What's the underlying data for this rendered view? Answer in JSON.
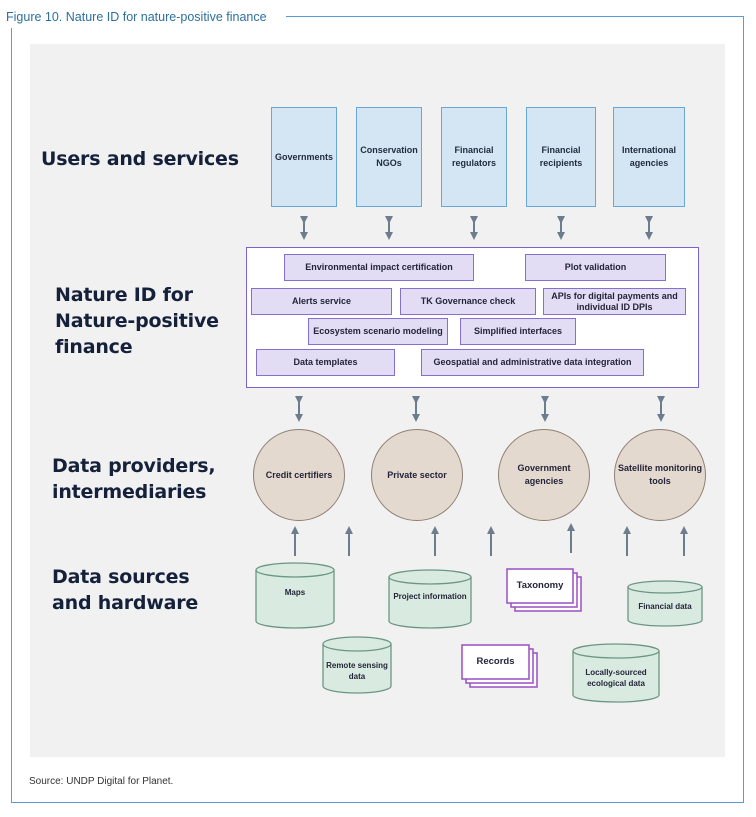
{
  "figure": {
    "title": "Figure 10. Nature ID for nature-positive finance",
    "source": "Source: UNDP Digital for Planet."
  },
  "rows": {
    "users": "Users and services",
    "nature_id_line1": "Nature ID for",
    "nature_id_line2": "Nature-positive",
    "nature_id_line3": "finance",
    "providers_line1": "Data providers,",
    "providers_line2": "intermediaries",
    "sources_line1": "Data sources",
    "sources_line2": "and hardware"
  },
  "users": [
    {
      "label": "Governments"
    },
    {
      "label": "Conservation NGOs"
    },
    {
      "label": "Financial regulators"
    },
    {
      "label": "Financial recipients"
    },
    {
      "label": "International agencies"
    }
  ],
  "services": {
    "environmental_impact": "Environmental impact certification",
    "plot_validation": "Plot validation",
    "alerts": "Alerts service",
    "tk_governance": "TK Governance check",
    "apis": "APIs for digital payments and individual ID DPIs",
    "ecosystem": "Ecosystem scenario modeling",
    "simplified": "Simplified interfaces",
    "data_templates": "Data templates",
    "geospatial": "Geospatial and administrative data integration"
  },
  "providers": [
    {
      "label": "Credit certifiers"
    },
    {
      "label": "Private sector"
    },
    {
      "label": "Government agencies"
    },
    {
      "label": "Satellite monitoring tools"
    }
  ],
  "sources": {
    "maps": "Maps",
    "project_information": "Project information",
    "taxonomy": "Taxonomy",
    "financial_data": "Financial data",
    "remote_sensing": "Remote sensing data",
    "records": "Records",
    "locally_sourced": "Locally-sourced ecological data"
  },
  "colors": {
    "frame": "#5a9bd5",
    "users_fill": "#d4e5f3",
    "service_fill": "#e2dcf4",
    "provider_fill": "#e3d9cf",
    "source_fill": "#d9ebe1",
    "stack_border": "#9b4fc2",
    "arrow": "#6e7d8d"
  }
}
